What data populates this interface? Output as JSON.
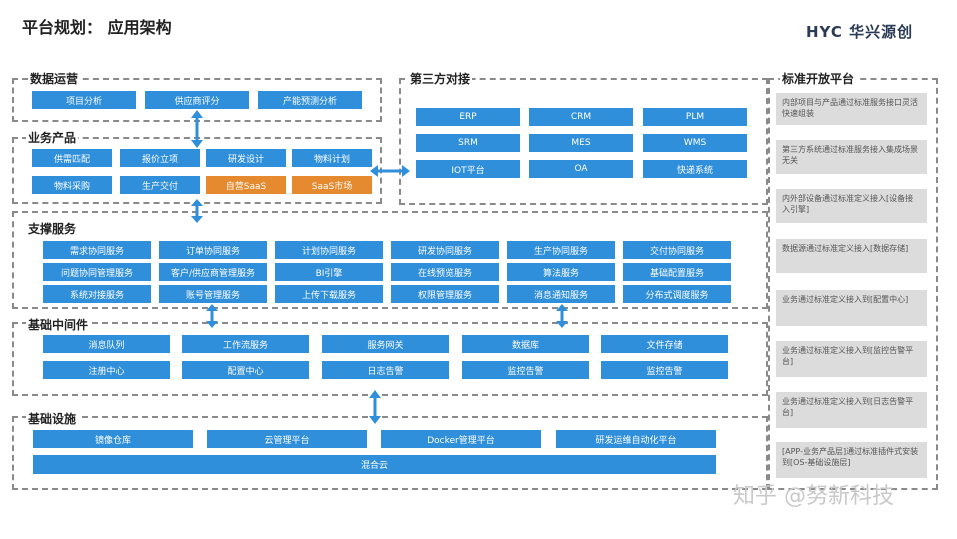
{
  "header": {
    "title": "平台规划：  应用架构",
    "brand": "HYC 华兴源创"
  },
  "sections": {
    "data_ops": {
      "label": "数据运营",
      "items": [
        "项目分析",
        "供应商评分",
        "产能预测分析"
      ]
    },
    "biz_products": {
      "label": "业务产品",
      "items": [
        "供需匹配",
        "报价立项",
        "研发设计",
        "物料计划",
        "物料采购",
        "生产交付",
        "自营SaaS",
        "SaaS市场"
      ]
    },
    "third_party": {
      "label": "第三方对接",
      "items": [
        "ERP",
        "CRM",
        "PLM",
        "SRM",
        "MES",
        "WMS",
        "IOT平台",
        "OA",
        "快递系统"
      ]
    },
    "support": {
      "label": "支撑服务",
      "items": [
        "需求协同服务",
        "订单协同服务",
        "计划协同服务",
        "研发协同服务",
        "生产协同服务",
        "交付协同服务",
        "问题协同管理服务",
        "客户/供应商管理服务",
        "BI引擎",
        "在线预览服务",
        "算法服务",
        "基础配置服务",
        "系统对接服务",
        "账号管理服务",
        "上传下载服务",
        "权限管理服务",
        "消息通知服务",
        "分布式调度服务"
      ]
    },
    "middleware": {
      "label": "基础中间件",
      "items": [
        "消息队列",
        "工作流服务",
        "服务网关",
        "数据库",
        "文件存储",
        "注册中心",
        "配置中心",
        "日志告警",
        "监控告警",
        "监控告警"
      ]
    },
    "infra": {
      "label": "基础设施",
      "items": [
        "镜像仓库",
        "云管理平台",
        "Docker管理平台",
        "研发运维自动化平台",
        "混合云"
      ]
    },
    "open_platform": {
      "label": "标准开放平台",
      "items": [
        "内部项目与产品通过标准服务接口灵活快速组装",
        "第三方系统通过标准服务接入集成场景无关",
        "内外部设备通过标准定义接入[设备接入引擎]",
        "数据源通过标准定义接入[数据存储]",
        "业务通过标准定义接入到[配置中心]",
        "业务通过标准定义接入到[监控告警平台]",
        "业务通过标准定义接入到[日志告警平台]",
        "[APP-业务产品层]通过标准插件式安装到[OS-基础设施层]"
      ]
    }
  },
  "colors": {
    "box_blue": "#2f8fdb",
    "box_orange": "#e58a2e",
    "arrow_blue": "#2f8fdb",
    "side_gray": "#dcdcdc"
  },
  "watermark": "知乎 @努新科技"
}
